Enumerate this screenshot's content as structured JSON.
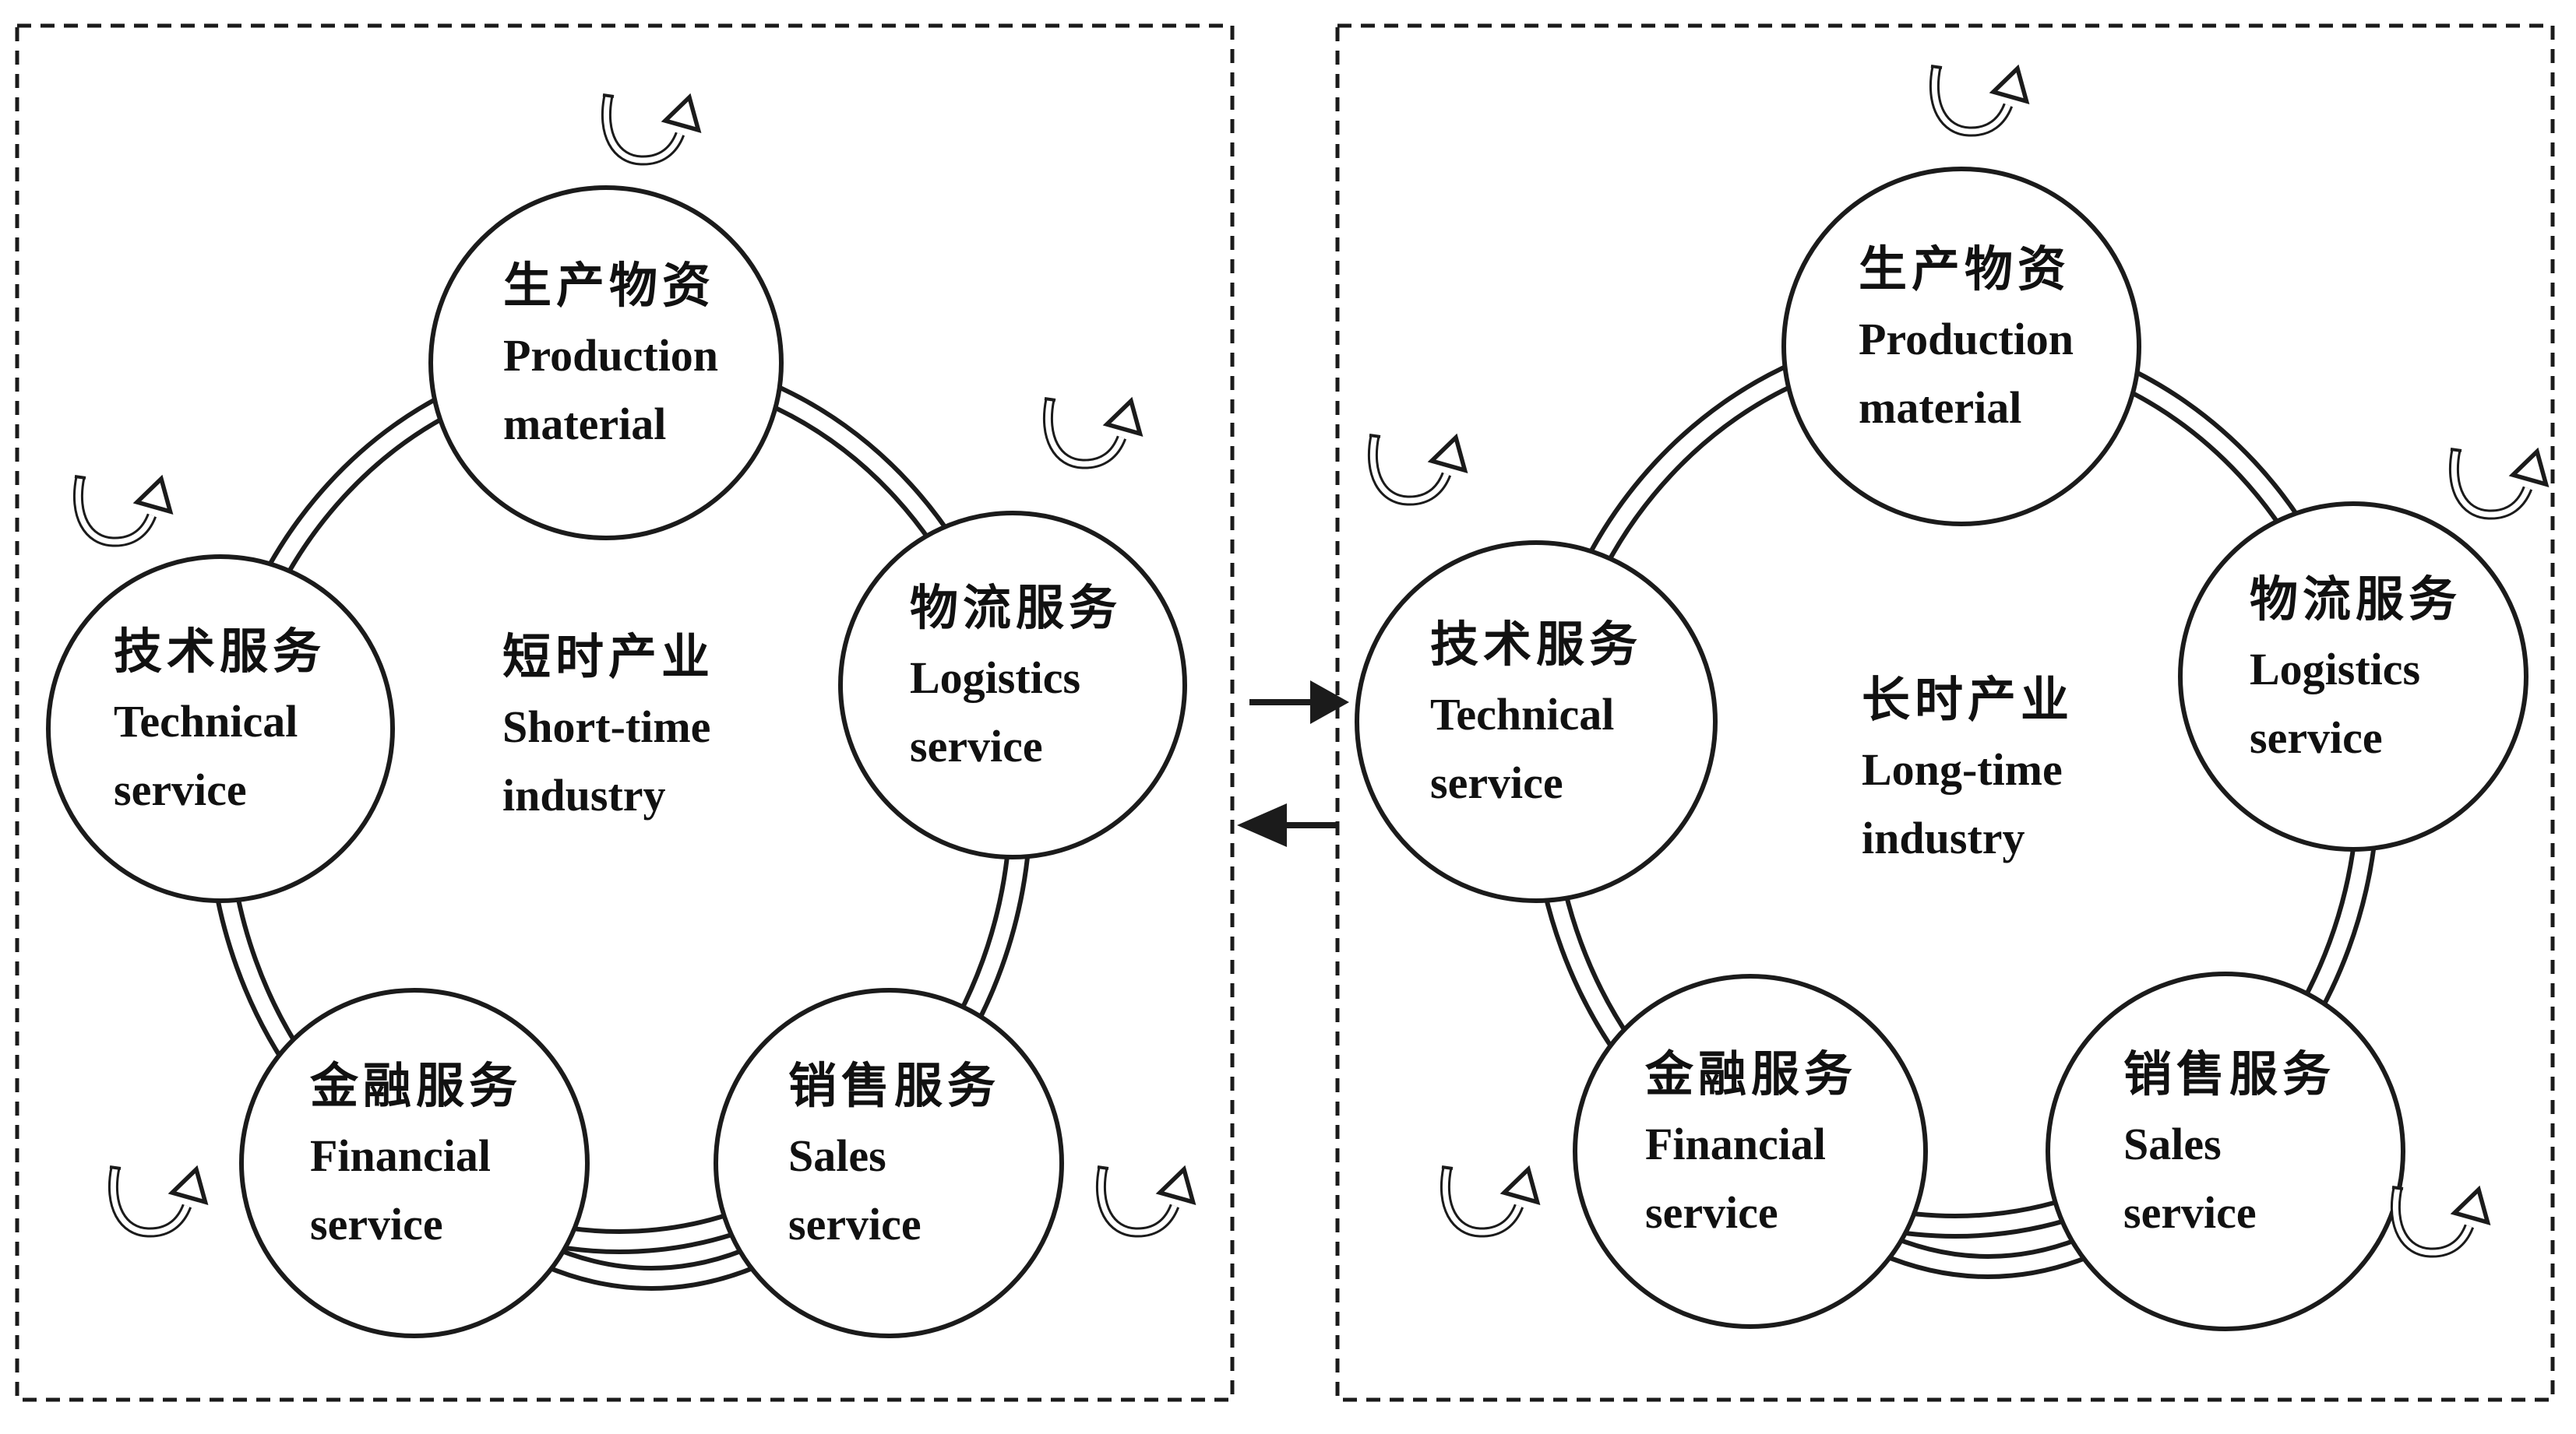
{
  "diagram": {
    "colors": {
      "line": "#1b1b1b",
      "background": "#ffffff"
    },
    "left": {
      "center_label": {
        "zh": "短时产业",
        "en1": "Short-time",
        "en2": "industry"
      },
      "nodes": {
        "production": {
          "zh": "生产物资",
          "en1": "Production",
          "en2": "material"
        },
        "technical": {
          "zh": "技术服务",
          "en1": "Technical",
          "en2": "service"
        },
        "logistics": {
          "zh": "物流服务",
          "en1": "Logistics",
          "en2": "service"
        },
        "financial": {
          "zh": "金融服务",
          "en1": "Financial",
          "en2": "service"
        },
        "sales": {
          "zh": "销售服务",
          "en1": "Sales",
          "en2": "service"
        }
      }
    },
    "right": {
      "center_label": {
        "zh": "长时产业",
        "en1": "Long-time",
        "en2": "industry"
      },
      "nodes": {
        "production": {
          "zh": "生产物资",
          "en1": "Production",
          "en2": "material"
        },
        "technical": {
          "zh": "技术服务",
          "en1": "Technical",
          "en2": "service"
        },
        "logistics": {
          "zh": "物流服务",
          "en1": "Logistics",
          "en2": "service"
        },
        "financial": {
          "zh": "金融服务",
          "en1": "Financial",
          "en2": "service"
        },
        "sales": {
          "zh": "销售服务",
          "en1": "Sales",
          "en2": "service"
        }
      }
    }
  }
}
